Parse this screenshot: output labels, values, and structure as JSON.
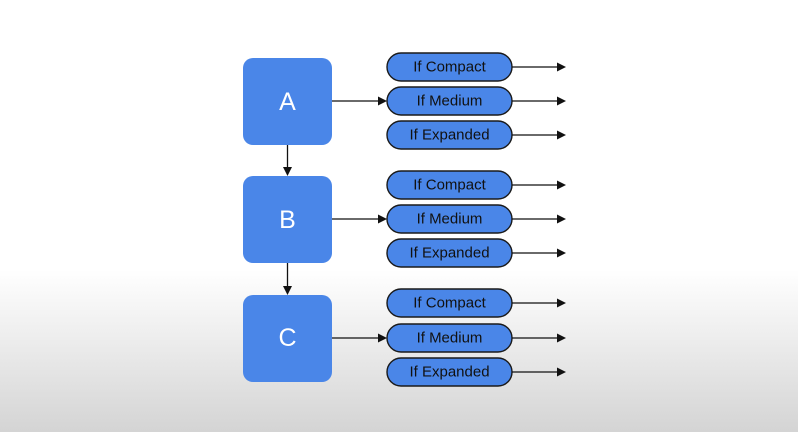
{
  "diagram": {
    "nodes": [
      {
        "label": "A",
        "branches": [
          "If Compact",
          "If Medium",
          "If Expanded"
        ]
      },
      {
        "label": "B",
        "branches": [
          "If Compact",
          "If Medium",
          "If Expanded"
        ]
      },
      {
        "label": "C",
        "branches": [
          "If Compact",
          "If Medium",
          "If Expanded"
        ]
      }
    ]
  },
  "colors": {
    "node_fill": "#4a86e8",
    "pill_fill": "#4a86e8",
    "arrow": "#111111"
  }
}
